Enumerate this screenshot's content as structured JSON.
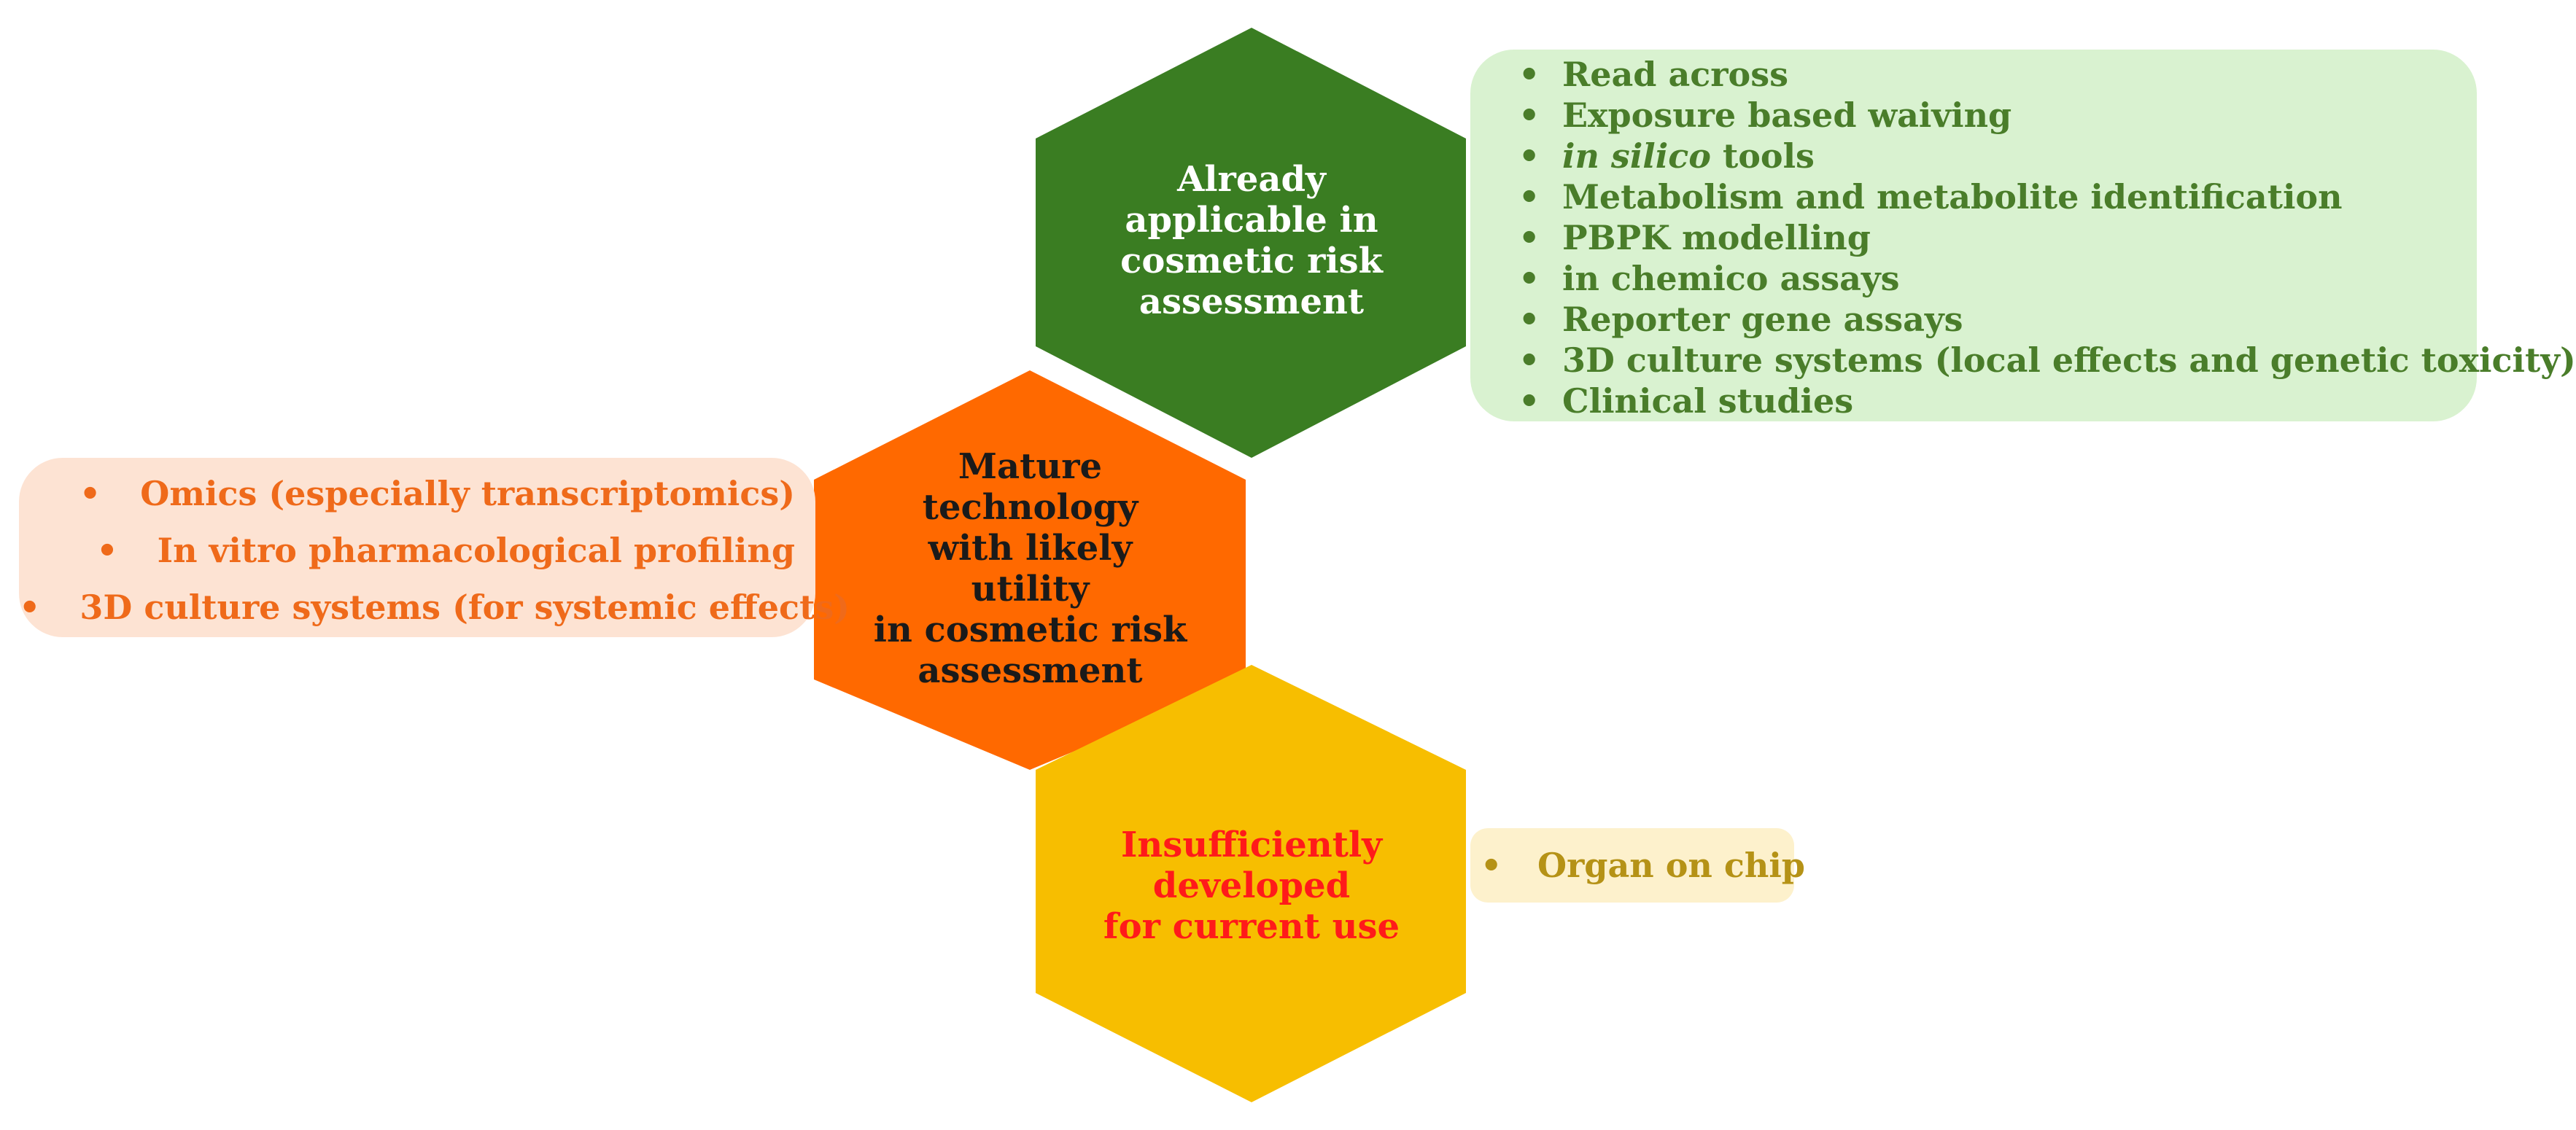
{
  "hexagons": {
    "green": {
      "color": "#3a7d22",
      "text_color": "#ffffff",
      "lines": [
        "Already",
        "applicable in",
        "cosmetic risk",
        "assessment"
      ]
    },
    "orange": {
      "color": "#ff6900",
      "text_color": "#1a1a1a",
      "lines": [
        "Mature",
        "technology",
        "with likely",
        "utility",
        "in cosmetic risk",
        "assessment"
      ]
    },
    "yellow": {
      "color": "#f7be00",
      "text_color": "#ff1a1a",
      "lines": [
        "Insufficiently",
        "developed",
        "for current use"
      ]
    }
  },
  "panels": {
    "green": {
      "color": "#d9f2d0",
      "items": [
        "Read across",
        "Exposure based waiving",
        "in silico tools",
        "Metabolism and metabolite identification",
        "PBPK modelling",
        "in chemico assays",
        "Reporter gene assays",
        "3D culture systems (local effects and genetic toxicity)",
        "Clinical studies"
      ],
      "item3_italic": "in silico",
      "item3_rest": "tools"
    },
    "orange": {
      "color": "#fde3d3",
      "items": [
        "Omics (especially transcriptomics)",
        "In vitro pharmacological profiling",
        "3D culture systems (for systemic effects)"
      ]
    },
    "yellow": {
      "color": "#fdf1cc",
      "items": [
        "Organ on chip"
      ]
    }
  },
  "bullet_symbol": "•"
}
